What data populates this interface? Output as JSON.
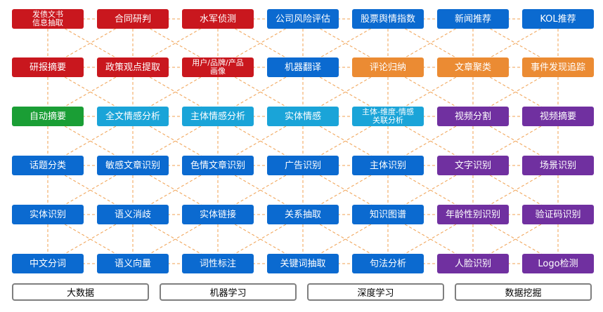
{
  "grid": {
    "rows": [
      [
        {
          "label": "发债文书\n信息抽取",
          "color": "red"
        },
        {
          "label": "合同研判",
          "color": "red"
        },
        {
          "label": "水军侦测",
          "color": "red"
        },
        {
          "label": "公司风险评估",
          "color": "blue"
        },
        {
          "label": "股票舆情指数",
          "color": "blue"
        },
        {
          "label": "新闻推荐",
          "color": "blue"
        },
        {
          "label": "KOL推荐",
          "color": "blue"
        }
      ],
      [
        {
          "label": "研报摘要",
          "color": "red"
        },
        {
          "label": "政策观点提取",
          "color": "red"
        },
        {
          "label": "用户/品牌/产品\n画像",
          "color": "red"
        },
        {
          "label": "机器翻译",
          "color": "blue"
        },
        {
          "label": "评论归纳",
          "color": "orange"
        },
        {
          "label": "文章聚类",
          "color": "orange"
        },
        {
          "label": "事件发现追踪",
          "color": "orange"
        }
      ],
      [
        {
          "label": "自动摘要",
          "color": "green"
        },
        {
          "label": "全文情感分析",
          "color": "cyan"
        },
        {
          "label": "主体情感分析",
          "color": "cyan"
        },
        {
          "label": "实体情感",
          "color": "cyan"
        },
        {
          "label": "主体-维度-情感\n关联分析",
          "color": "cyan"
        },
        {
          "label": "视频分割",
          "color": "purple"
        },
        {
          "label": "视频摘要",
          "color": "purple"
        }
      ],
      [
        {
          "label": "话题分类",
          "color": "blue"
        },
        {
          "label": "敏感文章识别",
          "color": "blue"
        },
        {
          "label": "色情文章识别",
          "color": "blue"
        },
        {
          "label": "广告识别",
          "color": "blue"
        },
        {
          "label": "主体识别",
          "color": "blue"
        },
        {
          "label": "文字识别",
          "color": "purple"
        },
        {
          "label": "场景识别",
          "color": "purple"
        }
      ],
      [
        {
          "label": "实体识别",
          "color": "blue"
        },
        {
          "label": "语义消歧",
          "color": "blue"
        },
        {
          "label": "实体链接",
          "color": "blue"
        },
        {
          "label": "关系抽取",
          "color": "blue"
        },
        {
          "label": "知识图谱",
          "color": "blue"
        },
        {
          "label": "年龄性别识别",
          "color": "purple"
        },
        {
          "label": "验证码识别",
          "color": "purple"
        }
      ],
      [
        {
          "label": "中文分词",
          "color": "blue"
        },
        {
          "label": "语义向量",
          "color": "blue"
        },
        {
          "label": "词性标注",
          "color": "blue"
        },
        {
          "label": "关键词抽取",
          "color": "blue"
        },
        {
          "label": "句法分析",
          "color": "blue"
        },
        {
          "label": "人脸识别",
          "color": "purple"
        },
        {
          "label": "Logo检测",
          "color": "purple"
        }
      ]
    ]
  },
  "foundation": [
    "大数据",
    "机器学习",
    "深度学习",
    "数据挖掘"
  ],
  "colors": {
    "red": "#c9171e",
    "blue": "#0b6ad0",
    "orange": "#eb8b33",
    "green": "#1a9e35",
    "cyan": "#1aa4d8",
    "purple": "#7030a0",
    "connector": "#f0a050"
  }
}
